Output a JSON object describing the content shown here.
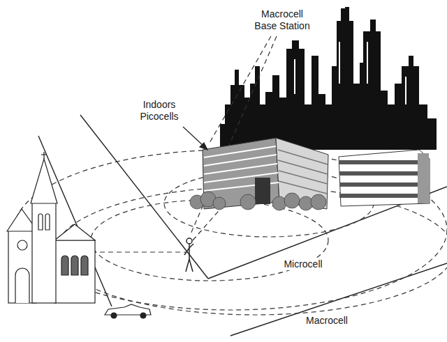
{
  "diagram": {
    "labels": [
      "Macrocell Base Station",
      "Indoors Picocells",
      "Microcell",
      "Macrocell"
    ]
  }
}
